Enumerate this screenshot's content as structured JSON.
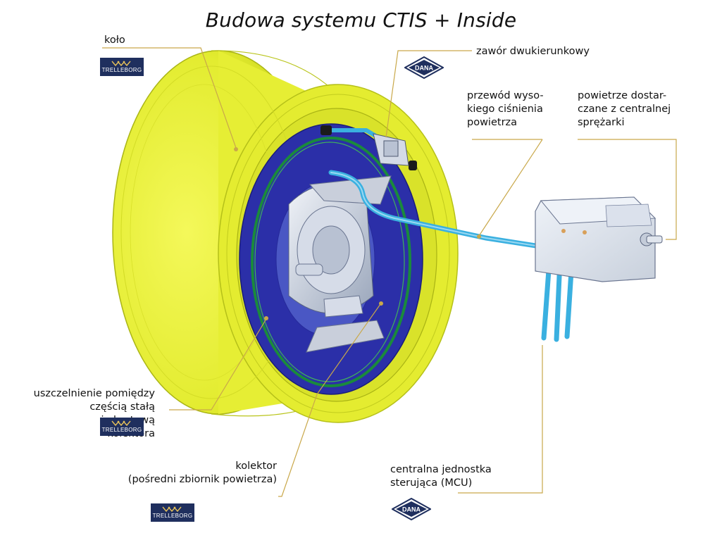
{
  "title": "Budowa systemu CTIS + Inside",
  "labels": {
    "kolo": "koło",
    "zawor": "zawór dwukierunkowy",
    "przewod": [
      "przewód wyso-",
      "kiego ciśnienia",
      "powietrza"
    ],
    "powietrze": [
      "powietrze dostar-",
      "czane z centralnej",
      "sprężarki"
    ],
    "uszczelnienie": [
      "uszczelnienie pomiędzy",
      "częścią stałą",
      "i obrotową",
      "kolektora"
    ],
    "kolektor": [
      "kolektor",
      "(pośredni zbiornik powietrza)"
    ],
    "mcu": [
      "centralna jednostka",
      "sterująca (MCU)"
    ]
  },
  "logos": {
    "trelleborg": "TRELLEBORG",
    "dana": "DANA"
  },
  "colors": {
    "rim": "#e8f03a",
    "rim_shade": "#c9d41e",
    "hub": "#2b2fa8",
    "seal": "#1a8a3c",
    "pipe": "#3ab0e0",
    "leader": "#c9a84a",
    "box": "#dfe5ef"
  }
}
